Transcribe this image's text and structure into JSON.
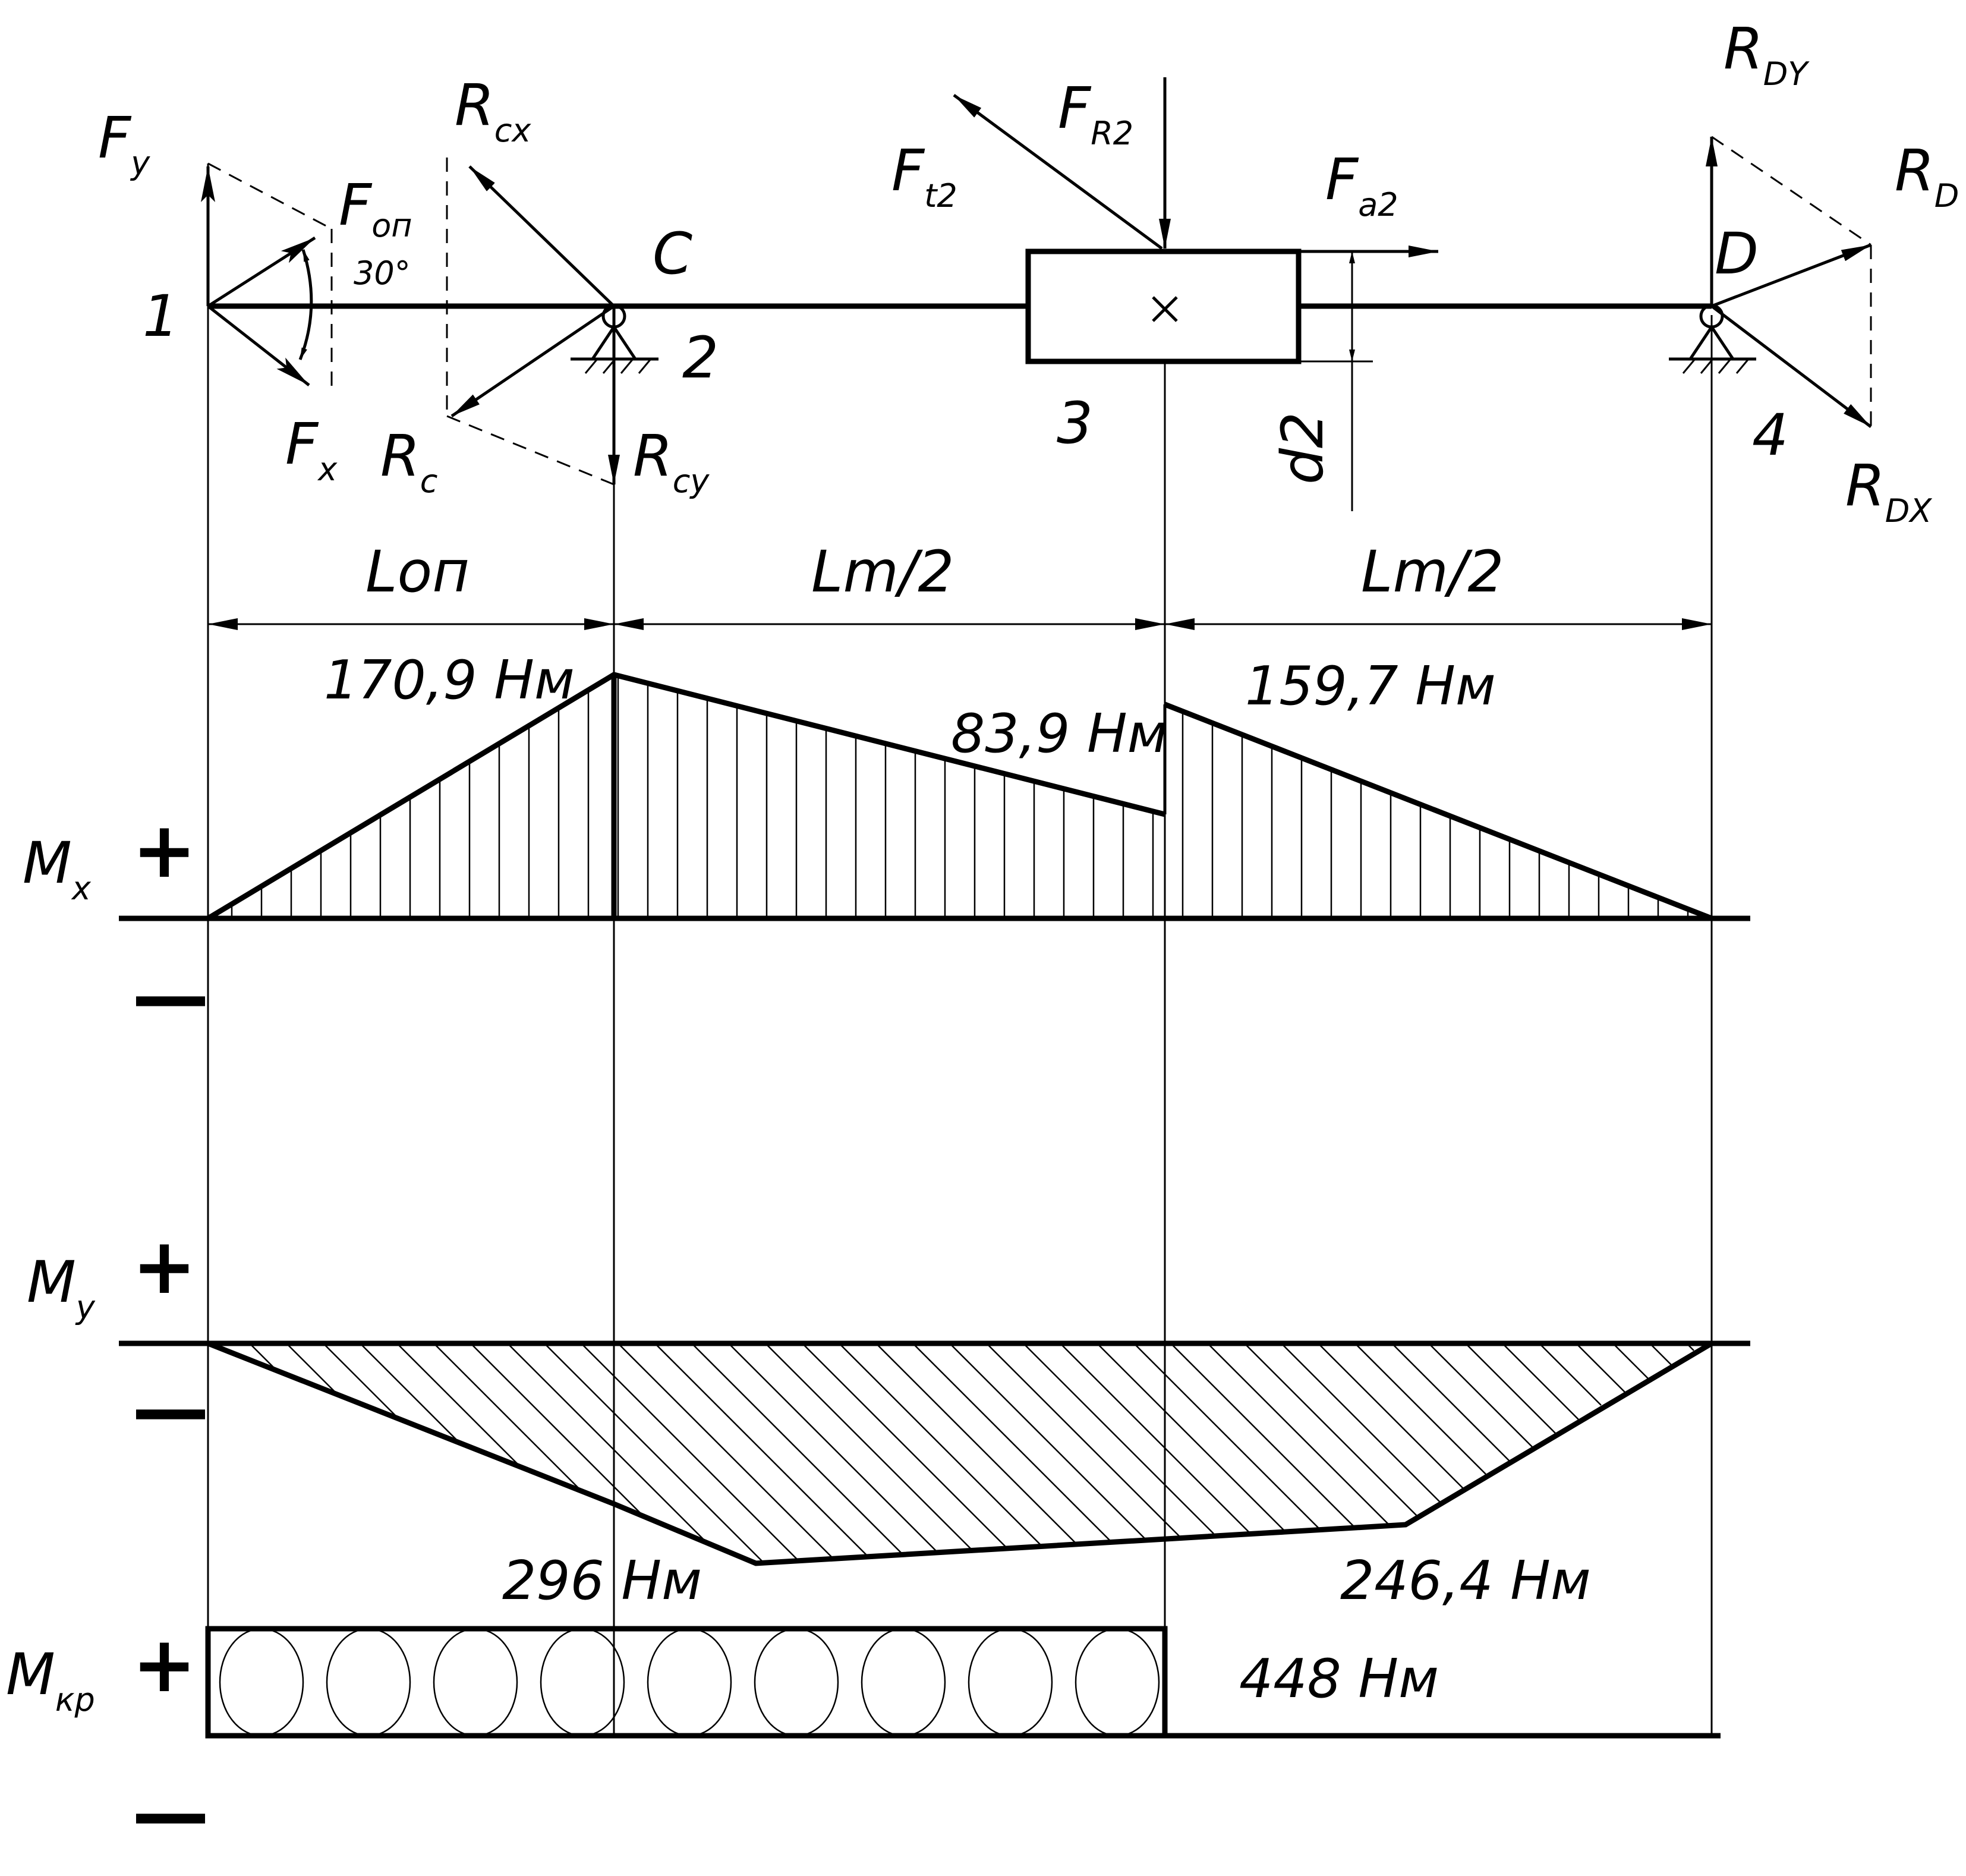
{
  "points": {
    "p1": "1",
    "p2": "2",
    "p3": "3",
    "p4": "4"
  },
  "supports": {
    "c": "C",
    "d": "D"
  },
  "forces": {
    "fy": {
      "main": "F",
      "sub": "y"
    },
    "fx": {
      "main": "F",
      "sub": "x"
    },
    "fon": {
      "main": "F",
      "sub": "оп"
    },
    "angle": "30°",
    "rcx": {
      "main": "R",
      "sub": "cx"
    },
    "rc": {
      "main": "R",
      "sub": "c"
    },
    "rcy": {
      "main": "R",
      "sub": "cy"
    },
    "ft2": {
      "main": "F",
      "sub": "t2"
    },
    "fr2": {
      "main": "F",
      "sub": "R2"
    },
    "fa2": {
      "main": "F",
      "sub": "a2"
    },
    "rdy": {
      "main": "R",
      "sub": "DY"
    },
    "rd": {
      "main": "R",
      "sub": "D"
    },
    "rdx": {
      "main": "R",
      "sub": "DX"
    }
  },
  "dims": {
    "d2": "d2",
    "lon": "Lоп",
    "lm1": "Lm/2",
    "lm2": "Lm/2"
  },
  "diagrams": {
    "mx": {
      "main": "M",
      "sub": "x",
      "plus": "+",
      "minus": "—"
    },
    "my": {
      "main": "M",
      "sub": "y",
      "plus": "+",
      "minus": "—"
    },
    "mkp": {
      "main": "M",
      "sub": "кр",
      "plus": "+",
      "minus": "—"
    }
  },
  "values": {
    "mx_c": "170,9 Нм",
    "mx_3l": "83,9 Нм",
    "mx_3r": "159,7 Нм",
    "my_1": "296 Нм",
    "my_2": "246,4 Нм",
    "mkp": "448 Нм"
  }
}
